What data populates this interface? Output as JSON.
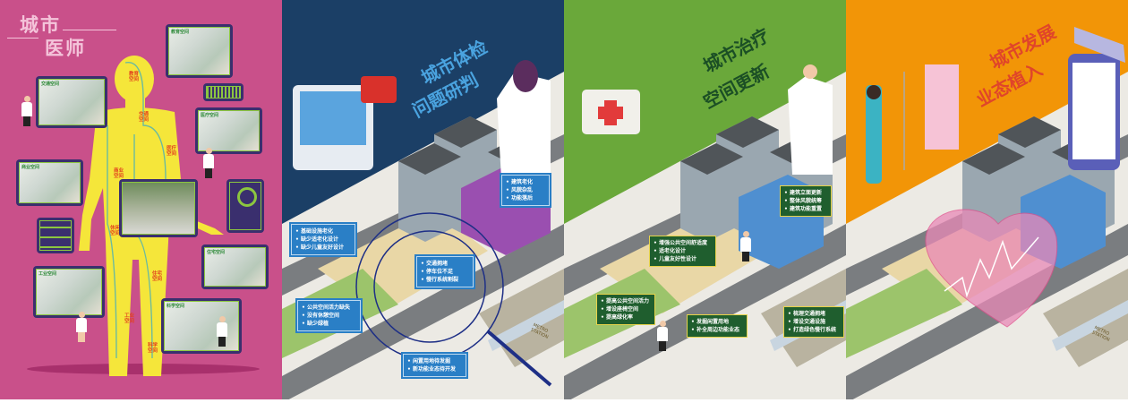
{
  "panel1": {
    "title_line1": "城市",
    "title_line2": "医师",
    "bubbles": [
      "教育空间",
      "交通空间",
      "医疗空间",
      "商业空间",
      "住宅空间",
      "工业空间",
      "科学空间"
    ],
    "body_labels": [
      "教育空间",
      "交通空间",
      "医疗空间",
      "商业空间",
      "休闲空间",
      "住宅空间",
      "工业空间",
      "科学空间"
    ]
  },
  "panel2": {
    "title_line1": "城市体检",
    "title_line2": "问题研判",
    "boxes": [
      [
        "建筑老化",
        "风貌杂乱",
        "功能落后"
      ],
      [
        "基础设施老化",
        "缺少适老化设计",
        "缺少儿童友好设计"
      ],
      [
        "交通拥堵",
        "停车位不足",
        "慢行系统割裂"
      ],
      [
        "公共空间活力缺失",
        "没有休憩空间",
        "缺少绿植"
      ],
      [
        "闲置用地待发掘",
        "新功能业态待开发"
      ]
    ],
    "metro_sign": "METRO STATION"
  },
  "panel3": {
    "title_line1": "城市治疗",
    "title_line2": "空间更新",
    "boxes": [
      [
        "建筑立面更新",
        "整体风貌统筹",
        "建筑功能重置"
      ],
      [
        "增强公共空间舒适度",
        "适老化设计",
        "儿童友好性设计"
      ],
      [
        "提高公共空间活力",
        "增设座椅空间",
        "提高绿化率"
      ],
      [
        "发掘闲置用地",
        "补全周边功能业态"
      ],
      [
        "梳理交通拥堵",
        "增设交通设施",
        "打造绿色慢行系统"
      ]
    ]
  },
  "panel4": {
    "title_line1": "城市发展",
    "title_line2": "业态植入",
    "metro_sign": "METRO STATION"
  },
  "colors": {
    "pink": "#c9508a",
    "navy": "#1b3f66",
    "green": "#6aa83a",
    "orange": "#f29507",
    "body_yellow": "#f5e63a"
  }
}
